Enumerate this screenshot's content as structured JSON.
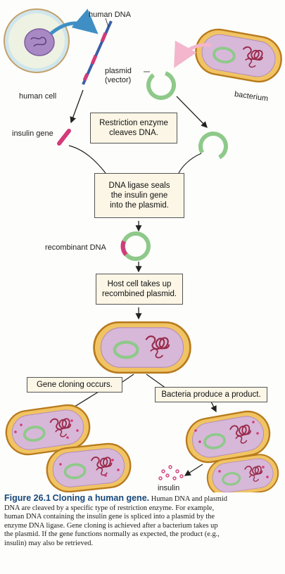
{
  "labels": {
    "human_dna": "human DNA",
    "human_cell": "human cell",
    "plasmid": "plasmid",
    "vector": "(vector)",
    "bacterium": "bacterium",
    "insulin_gene": "insulin gene",
    "recombinant_dna": "recombinant DNA",
    "insulin": "insulin"
  },
  "steps": {
    "restriction": [
      "Restriction enzyme",
      "cleaves DNA."
    ],
    "ligase": [
      "DNA ligase seals",
      "the insulin gene",
      "into the plasmid."
    ],
    "host": [
      "Host cell takes up",
      "recombined plasmid."
    ],
    "cloning": "Gene cloning occurs.",
    "product": "Bacteria produce a product."
  },
  "caption": {
    "figure_number": "Figure 26.1",
    "figure_title": "Cloning a human gene.",
    "lead": "Human DNA and plasmid",
    "lines": [
      "DNA are cleaved by a specific type of restriction enzyme. For example,",
      "human DNA containing the insulin gene is spliced into a plasmid by the",
      "enzyme DNA ligase. Gene cloning is achieved after a bacterium takes up",
      "the plasmid. If the gene functions normally as expected, the product (e.g.,",
      "insulin) may also be retrieved."
    ]
  },
  "colors": {
    "bacterium_fill": "#f1c463",
    "bacterium_outline": "#b87a1d",
    "cytoplasm": "#d7b8d8",
    "plasmid_ring": "#8ec98a",
    "insulin_insert": "#d23b7a",
    "human_cell": "#cfe6ec",
    "nucleus": "#a889c4",
    "arrow_blue": "#3f8fc4",
    "arrow_pink": "#f3b6cd",
    "caption_head": "#17487a",
    "box_fill": "#fbf6e6"
  }
}
